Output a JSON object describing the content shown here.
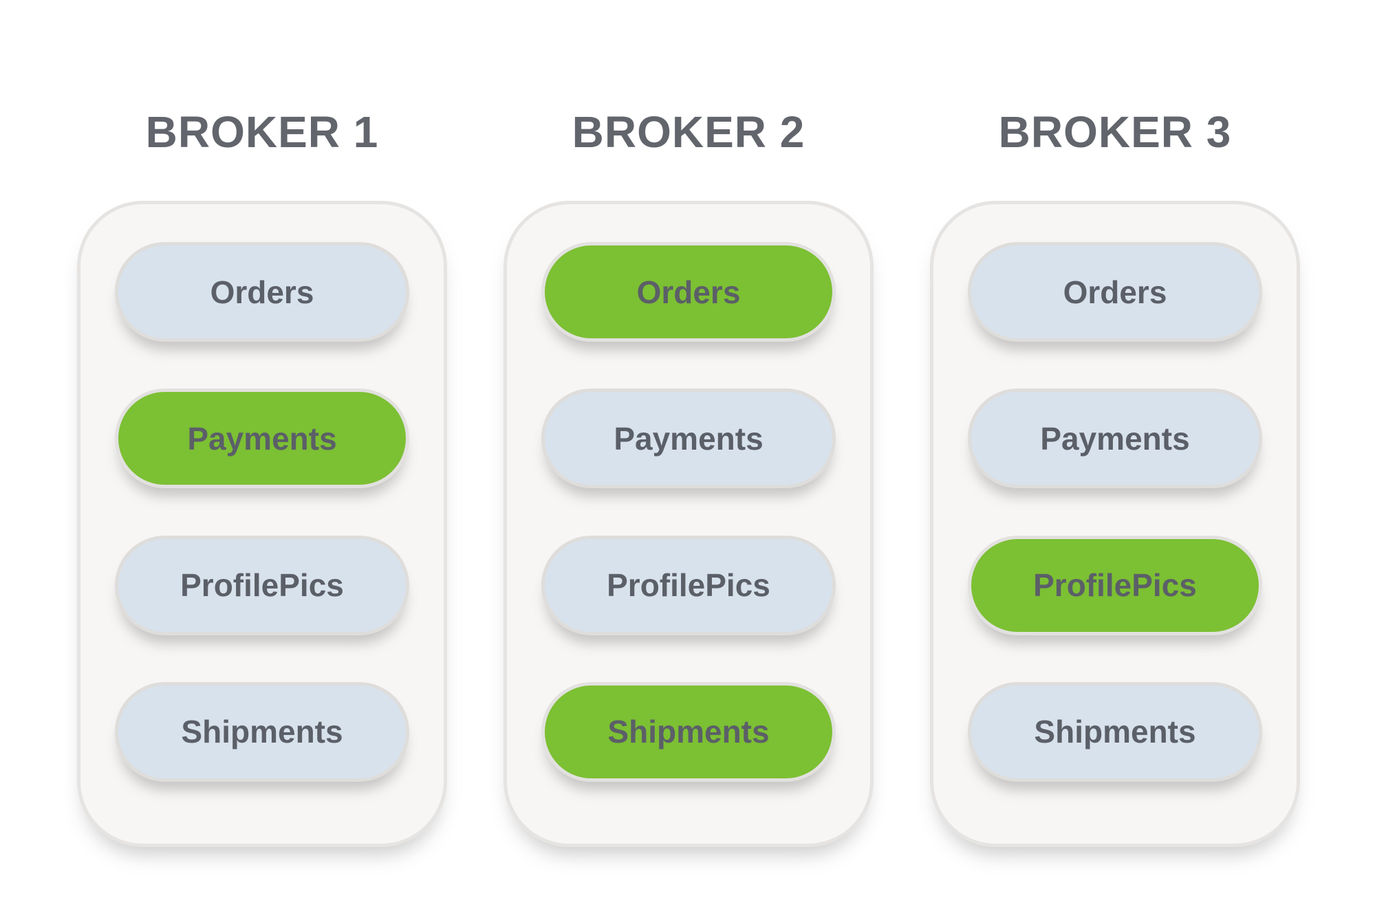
{
  "colors": {
    "page_background": "#ffffff",
    "panel_background": "#f7f6f4",
    "panel_border": "#e6e4e2",
    "pill_blue": "#d8e2ed",
    "pill_green": "#7cc033",
    "pill_border": "#dedddb",
    "title_text": "#63656d",
    "pill_text": "#5b5f68"
  },
  "brokers": [
    {
      "title": "BROKER 1",
      "topics": [
        {
          "label": "Orders",
          "highlight": false
        },
        {
          "label": "Payments",
          "highlight": true
        },
        {
          "label": "ProfilePics",
          "highlight": false
        },
        {
          "label": "Shipments",
          "highlight": false
        }
      ]
    },
    {
      "title": "BROKER 2",
      "topics": [
        {
          "label": "Orders",
          "highlight": true
        },
        {
          "label": "Payments",
          "highlight": false
        },
        {
          "label": "ProfilePics",
          "highlight": false
        },
        {
          "label": "Shipments",
          "highlight": true
        }
      ]
    },
    {
      "title": "BROKER 3",
      "topics": [
        {
          "label": "Orders",
          "highlight": false
        },
        {
          "label": "Payments",
          "highlight": false
        },
        {
          "label": "ProfilePics",
          "highlight": true
        },
        {
          "label": "Shipments",
          "highlight": false
        }
      ]
    }
  ]
}
